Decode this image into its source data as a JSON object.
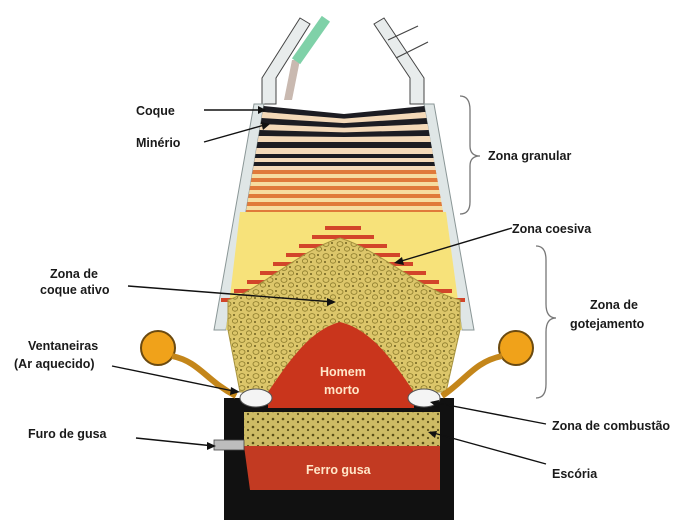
{
  "labels": {
    "coque": "Coque",
    "minerio": "Minério",
    "zona_granular": "Zona granular",
    "zona_coesiva": "Zona coesiva",
    "zona_coque_ativo_1": "Zona de",
    "zona_coque_ativo_2": "coque ativo",
    "zona_gotejamento_1": "Zona de",
    "zona_gotejamento_2": "gotejamento",
    "ventaneiras_1": "Ventaneiras",
    "ventaneiras_2": "(Ar aquecido)",
    "homem_morto_1": "Homem",
    "homem_morto_2": "morto",
    "zona_combustao": "Zona de combustão",
    "furo_gusa": "Furo de gusa",
    "escoria": "Escória",
    "ferro_gusa": "Ferro gusa"
  },
  "colors": {
    "coke_layer": "#1c1c22",
    "ore_layer": "#f4d9b8",
    "cohesive_yellow": "#f7e27a",
    "cohesive_stripe": "#d2452a",
    "coke_bed": "#d9c468",
    "dead_man": "#c9351c",
    "hot_metal": "#c23a22",
    "hearth": "#111111",
    "tuyere_bulb": "#f0a21a",
    "wall": "#9aa8a8"
  }
}
